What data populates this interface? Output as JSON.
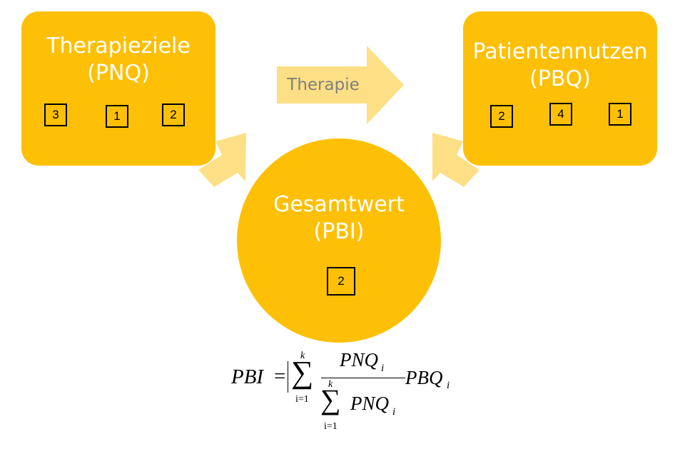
{
  "flow": {
    "arrow_label": "Therapie"
  },
  "pnq": {
    "title_line1": "Therapieziele",
    "title_line2": "(PNQ)",
    "values": [
      "3",
      "1",
      "2"
    ]
  },
  "pbq": {
    "title_line1": "Patientennutzen",
    "title_line2": "(PBQ)",
    "values": [
      "2",
      "4",
      "1"
    ]
  },
  "pbi": {
    "title_line1": "Gesamtwert",
    "title_line2": "(PBI)",
    "value": "2"
  },
  "formula": {
    "lhs": "PBI",
    "equals": "=",
    "sum_symbol": "∑",
    "upper_limit": "k",
    "lower_limit": "i=1",
    "numerator": "PNQ",
    "numerator_sub": "i",
    "denominator_term": "PNQ",
    "denominator_sub": "i",
    "factor": "PBQ",
    "factor_sub": "i"
  },
  "colors": {
    "node_fill": "#FDC006",
    "arrow_fill": "#FDDF86",
    "node_text": "#FFFFFF",
    "arrow_text": "#7F7F7F"
  }
}
